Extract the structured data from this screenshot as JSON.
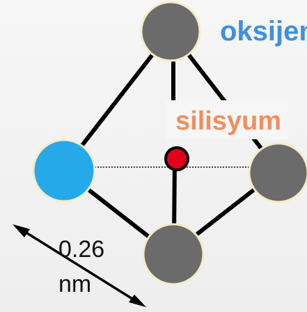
{
  "labels": {
    "oxygen": "oksijen",
    "silicon": "silisyum",
    "dimension_value": "0.26",
    "dimension_unit": "nm"
  },
  "colors": {
    "background": "#f1f1f1",
    "bond": "#000000",
    "oxygen_atom": "#6b6b6b",
    "highlight_atom": "#26a9e8",
    "silicon_atom": "#e3001b",
    "atom_outline": "#f3ecc7",
    "oxygen_label": "#3f8fdf",
    "silicon_label": "#ef8f5e",
    "dimension_text": "#111111"
  }
}
